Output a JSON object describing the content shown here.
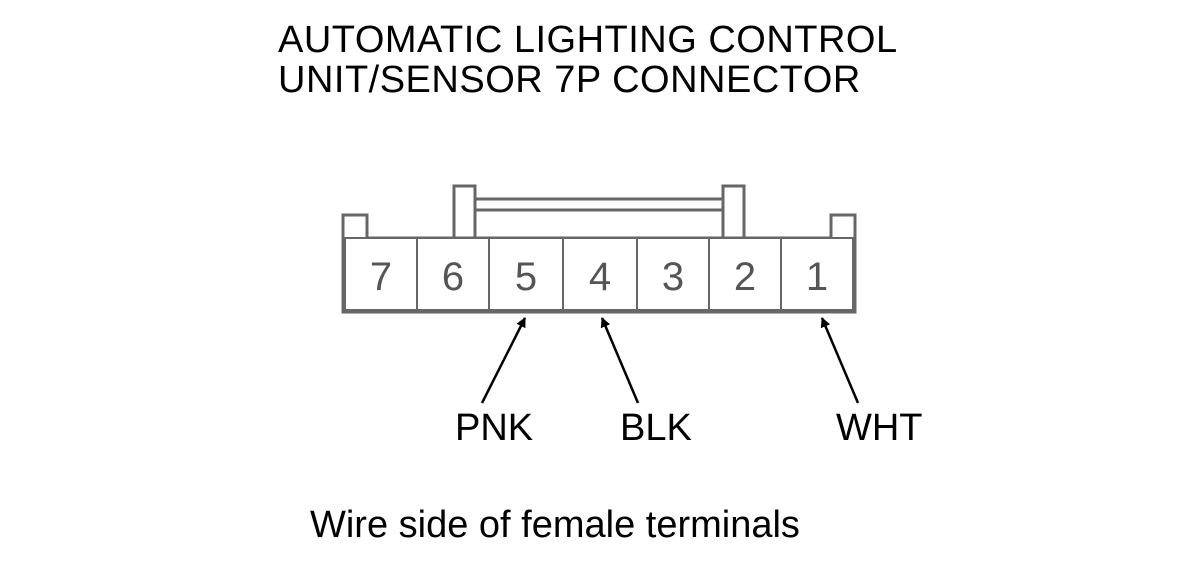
{
  "title": {
    "line1": "AUTOMATIC LIGHTING CONTROL",
    "line2": "UNIT/SENSOR 7P CONNECTOR"
  },
  "connector": {
    "pins": [
      "7",
      "6",
      "5",
      "4",
      "3",
      "2",
      "1"
    ]
  },
  "wires": [
    {
      "pin": "5",
      "color": "PNK"
    },
    {
      "pin": "4",
      "color": "BLK"
    },
    {
      "pin": "1",
      "color": "WHT"
    }
  ],
  "caption": "Wire side of female terminals"
}
